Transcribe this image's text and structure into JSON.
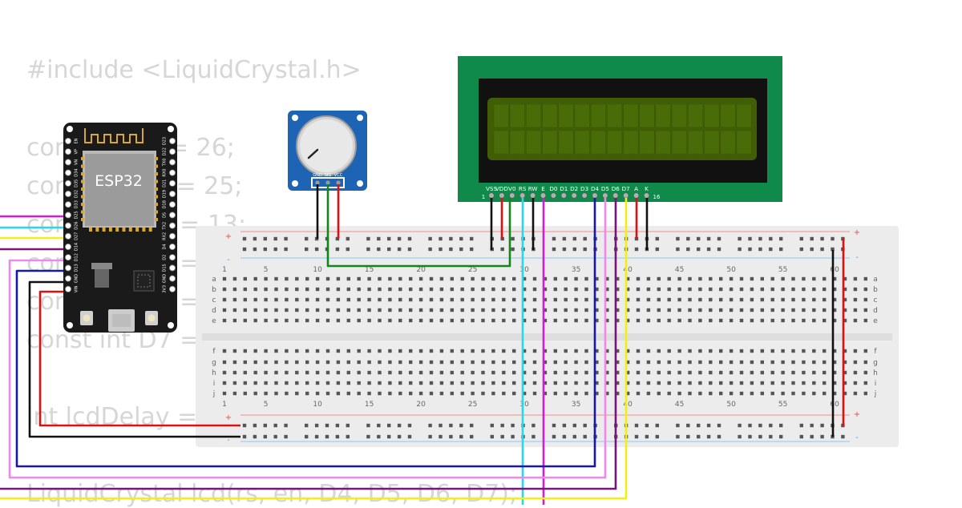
{
  "code": {
    "lines": [
      "#include <LiquidCrystal.h>",
      "const int rs = 26;",
      "const int en = 25;",
      "const int D4 = 13;",
      "const int D5 = ",
      "const int D6 = ",
      "const int D7 = ",
      "int lcdDelay = ",
      "LiquidCrystal lcd(rs, en, D4, D5, D6, D7);"
    ]
  },
  "esp32": {
    "label": "ESP32",
    "left_pins": [
      "EN",
      "VP",
      "VN",
      "D34",
      "D35",
      "D32",
      "D33",
      "D25",
      "D26",
      "D27",
      "D14",
      "D12",
      "D13",
      "GND",
      "VIN"
    ],
    "right_pins": [
      "D23",
      "D22",
      "TX0",
      "RX0",
      "D21",
      "D19",
      "D18",
      "D5",
      "TX2",
      "RX2",
      "D4",
      "D2",
      "D15",
      "GND",
      "3V3"
    ]
  },
  "potentiometer": {
    "pins": [
      "GND",
      "SIG",
      "VCC"
    ]
  },
  "lcd": {
    "pins": [
      "VSS",
      "VDD",
      "V0",
      "RS",
      "RW",
      "E",
      "D0",
      "D1",
      "D2",
      "D3",
      "D4",
      "D5",
      "D6",
      "D7",
      "A",
      "K"
    ],
    "pin_first": "1",
    "pin_last": "16"
  },
  "breadboard": {
    "column_numbers": [
      "1",
      "5",
      "10",
      "15",
      "20",
      "25",
      "30",
      "35",
      "40",
      "45",
      "50",
      "55",
      "60"
    ],
    "rows_top": [
      "a",
      "b",
      "c",
      "d",
      "e"
    ],
    "rows_bottom": [
      "f",
      "g",
      "h",
      "i",
      "j"
    ],
    "plus_sign": "+",
    "minus_sign": "-"
  },
  "colors": {
    "breadboard": "#ececec",
    "lcd_board": "#0f8a4b",
    "lcd_screen": "#3f5e05",
    "esp_board": "#1a1a1a",
    "pot_board": "#1e64b4",
    "wire_red": "#e01010",
    "wire_black": "#111111",
    "wire_green": "#12861a",
    "wire_cyan": "#27d8e8",
    "wire_magenta": "#d21ed2",
    "wire_purple": "#7a137a",
    "wire_blue": "#1818a8",
    "wire_yellow": "#f2ee18",
    "wire_pink": "#ee88ee"
  }
}
